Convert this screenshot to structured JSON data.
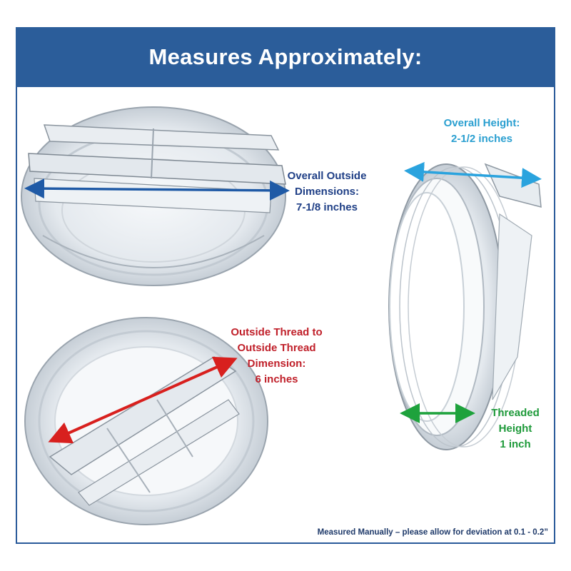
{
  "header": {
    "title": "Measures Approximately:"
  },
  "measurements": {
    "outside": {
      "line1": "Overall Outside",
      "line2": "Dimensions:",
      "line3": "7-1/8 inches"
    },
    "height": {
      "line1": "Overall Height:",
      "line2": "2-1/2 inches"
    },
    "thread": {
      "line1": "Outside Thread to",
      "line2": "Outside Thread",
      "line3": "Dimension:",
      "line4": "6 inches"
    },
    "threaded": {
      "line1": "Threaded",
      "line2": "Height",
      "line3": "1 inch"
    }
  },
  "footnote": "Measured Manually – please allow for deviation at 0.1 - 0.2”",
  "colors": {
    "banner": "#2b5d9a",
    "outside_arrow": "#1f5aa6",
    "height_arrow": "#2aa3de",
    "thread_arrow": "#d8201e",
    "threaded_arrow": "#1ea23c"
  }
}
